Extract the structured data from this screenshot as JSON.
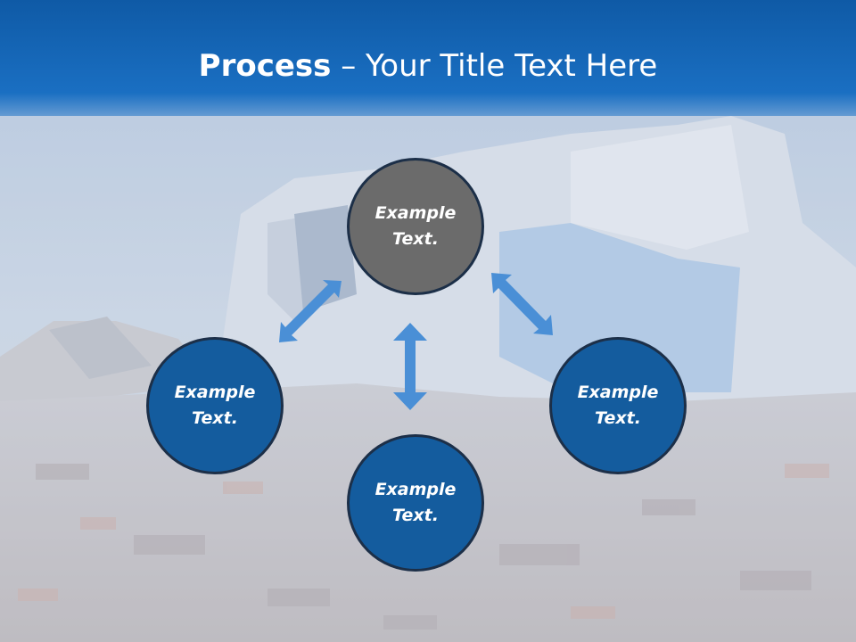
{
  "slide": {
    "title_bold": "Process",
    "title_dash": " – ",
    "title_rest": "Your Title Text Here"
  },
  "nodes": [
    {
      "id": "top",
      "label_line1": "Example",
      "label_line2": "Text.",
      "color": "#6b6b6b"
    },
    {
      "id": "left",
      "label_line1": "Example",
      "label_line2": "Text.",
      "color": "#145c9e"
    },
    {
      "id": "bottom",
      "label_line1": "Example",
      "label_line2": "Text.",
      "color": "#145c9e"
    },
    {
      "id": "right",
      "label_line1": "Example",
      "label_line2": "Text.",
      "color": "#145c9e"
    }
  ],
  "colors": {
    "header": "#1565b8",
    "arrow": "#4a8fd6",
    "circle_border": "#1c2f48"
  }
}
